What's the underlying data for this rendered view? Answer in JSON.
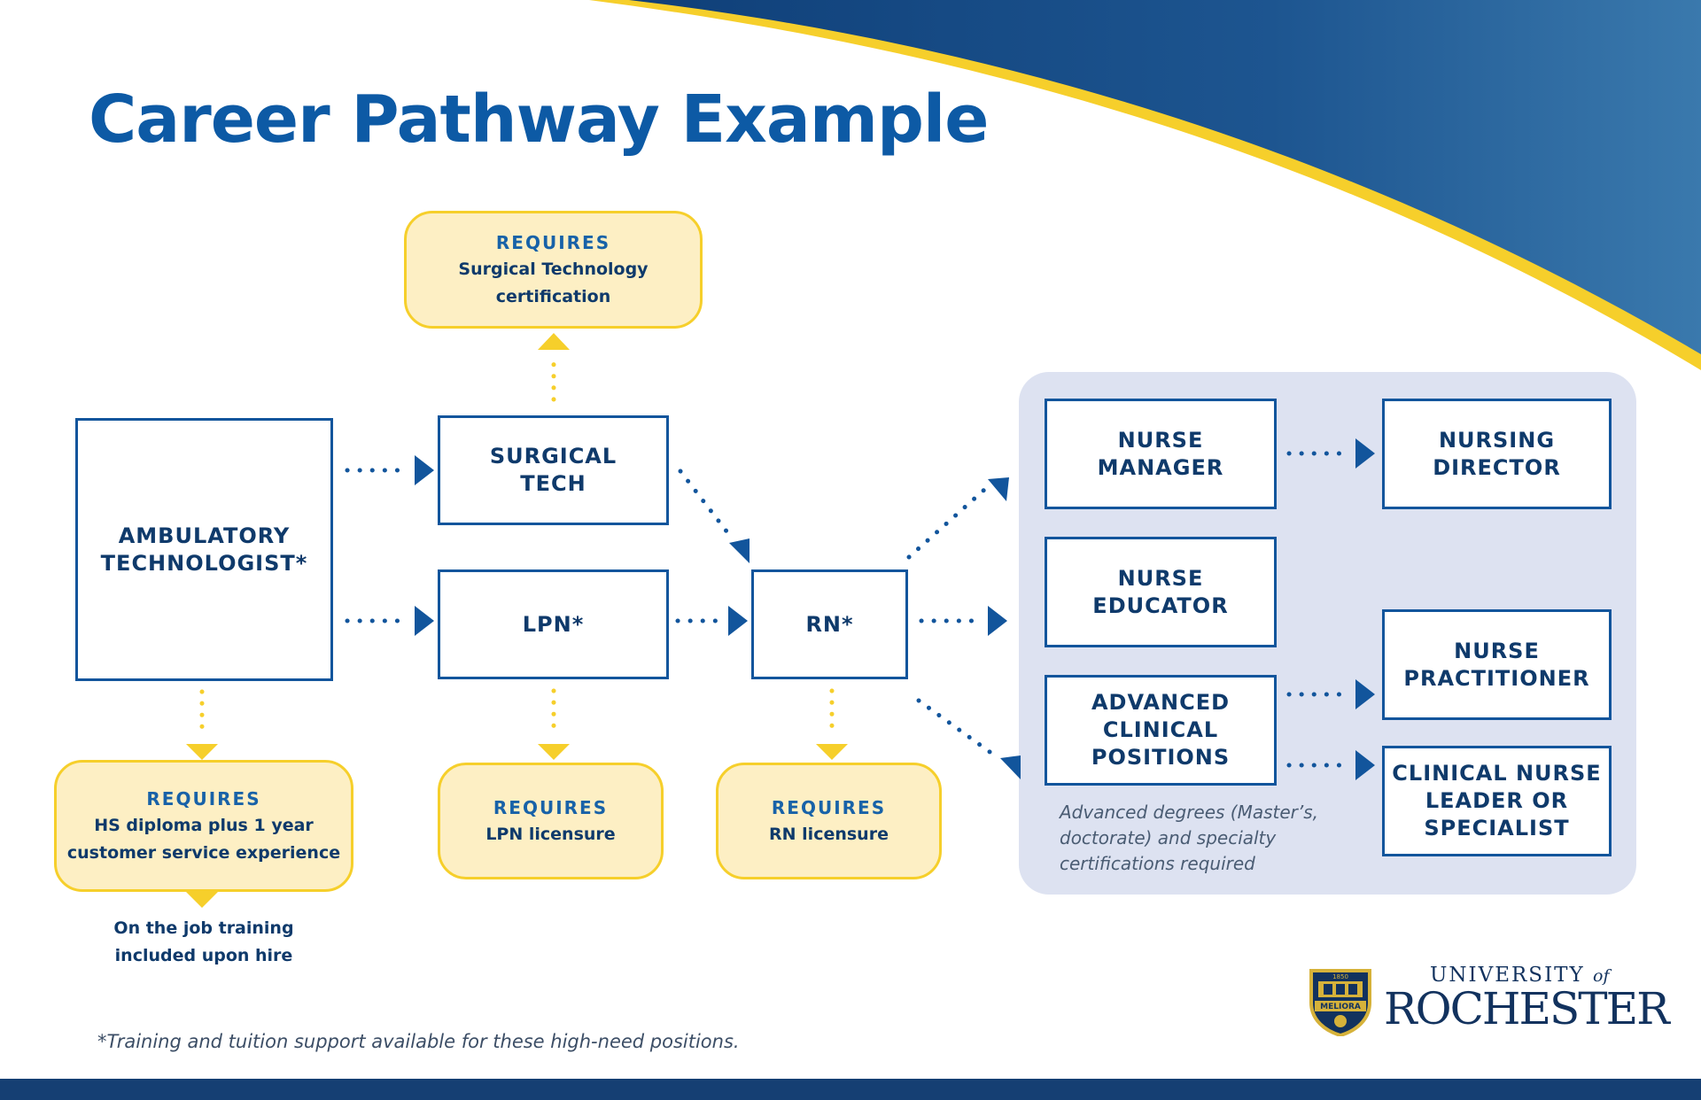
{
  "title": "Career Pathway Example",
  "colors": {
    "brand_blue": "#0d5aa5",
    "navy": "#153f73",
    "box_border": "#12559c",
    "text_dark": "#0f3a6b",
    "req_fill": "#fdefc4",
    "req_border": "#f6cf2b",
    "dotted_yellow": "#f6cf2b",
    "panel_fill": "#dde2f1"
  },
  "positions": {
    "ambulatory": "AMBULATORY\nTECHNOLOGIST*",
    "surgical_tech": "SURGICAL\nTECH",
    "lpn": "LPN*",
    "rn": "RN*",
    "nurse_manager": "NURSE\nMANAGER",
    "nursing_director": "NURSING\nDIRECTOR",
    "nurse_educator": "NURSE\nEDUCATOR",
    "advanced_clinical": "ADVANCED\nCLINICAL\nPOSITIONS",
    "nurse_practitioner": "NURSE\nPRACTITIONER",
    "clinical_nurse_leader": "CLINICAL NURSE\nLEADER OR\nSPECIALIST"
  },
  "requirements": {
    "heading": "REQUIRES",
    "surgical": "Surgical Technology\ncertification",
    "ambulatory": "HS diploma plus 1 year\ncustomer service experience",
    "lpn": "LPN licensure",
    "rn": "RN licensure"
  },
  "notes": {
    "on_the_job": "On the job training\nincluded upon hire",
    "advanced_degrees": "Advanced degrees (Master’s,\ndoctorate) and specialty\ncertifications required",
    "footnote": "*Training and tuition support available for these high-need positions."
  },
  "logo": {
    "line1": "UNIVERSITY",
    "of": "of",
    "line2": "ROCHESTER",
    "seal_text": "MELIORA",
    "seal_year": "1850"
  }
}
